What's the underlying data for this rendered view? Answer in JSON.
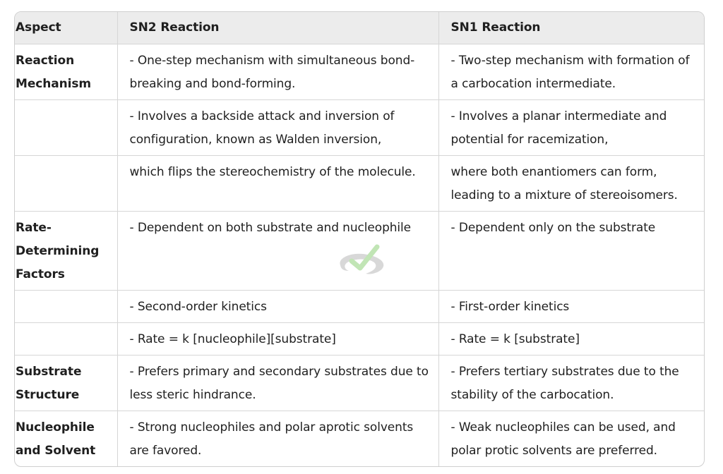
{
  "table": {
    "headers": [
      "Aspect",
      "SN2 Reaction",
      "SN1 Reaction"
    ],
    "rows": [
      {
        "aspect": "Reaction Mechanism",
        "sn2": "- One-step mechanism with simultaneous bond-breaking and bond-forming.",
        "sn1": "- Two-step mechanism with formation of a carbocation intermediate."
      },
      {
        "aspect": "",
        "sn2": "- Involves a backside attack and inversion of configuration, known as Walden inversion,",
        "sn1": "- Involves a planar intermediate and potential for racemization,"
      },
      {
        "aspect": "",
        "sn2": "which flips the stereochemistry of the molecule.",
        "sn1": "where both enantiomers can form, leading to a mixture of stereoisomers."
      },
      {
        "aspect": "Rate-Determining Factors",
        "sn2": "- Dependent on both substrate and nucleophile",
        "sn1": "- Dependent only on the substrate"
      },
      {
        "aspect": "",
        "sn2": "- Second-order kinetics",
        "sn1": "- First-order kinetics"
      },
      {
        "aspect": "",
        "sn2": "- Rate = k [nucleophile][substrate]",
        "sn1": "- Rate = k [substrate]"
      },
      {
        "aspect": "Substrate Structure",
        "sn2": "- Prefers primary and secondary substrates due to less steric hindrance.",
        "sn1": "- Prefers tertiary substrates due to the stability of the carbocation."
      },
      {
        "aspect": "Nucleophile and Solvent",
        "sn2": "- Strong nucleophiles and polar aprotic solvents are favored.",
        "sn1": "- Weak nucleophiles can be used, and polar protic solvents are preferred."
      }
    ]
  },
  "watermark": {
    "icon": "checkmark-swoosh-icon",
    "colors": {
      "check": "#8fd17a",
      "swoosh": "#9a9a9a"
    }
  }
}
